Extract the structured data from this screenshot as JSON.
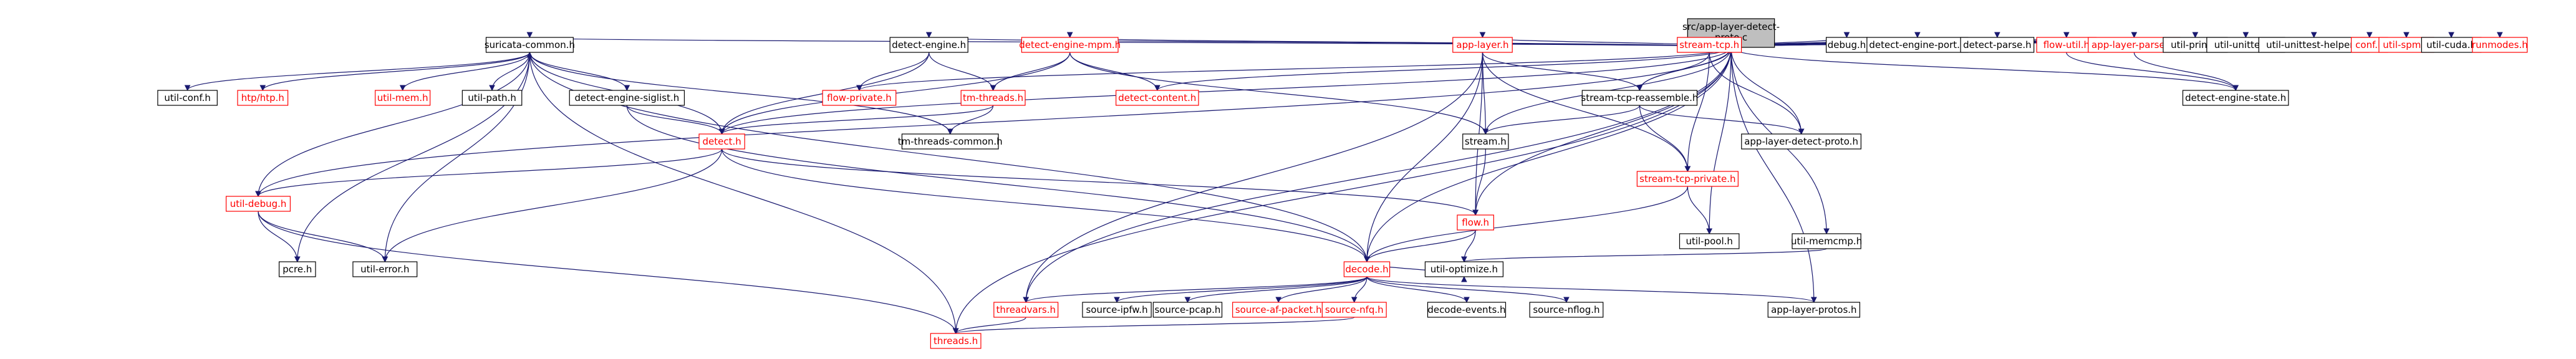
{
  "colors": {
    "background": "#ffffff",
    "root_fill": "#bfbfbf",
    "node_fill": "#ffffff",
    "node_border_plain": "#000000",
    "node_border_linked": "#ff0000",
    "text_plain": "#000000",
    "text_linked": "#ff0000",
    "edge": "#191970"
  },
  "nodes": [
    {
      "id": "root",
      "label": "src/app-layer-detect-proto.c",
      "style": "root"
    },
    {
      "id": "suricata-common",
      "label": "suricata-common.h",
      "style": "plain"
    },
    {
      "id": "detect-engine",
      "label": "detect-engine.h",
      "style": "plain"
    },
    {
      "id": "detect-engine-mpm",
      "label": "detect-engine-mpm.h",
      "style": "linked"
    },
    {
      "id": "app-layer",
      "label": "app-layer.h",
      "style": "linked"
    },
    {
      "id": "stream-tcp",
      "label": "stream-tcp.h",
      "style": "linked"
    },
    {
      "id": "debug",
      "label": "debug.h",
      "style": "plain"
    },
    {
      "id": "detect-engine-port",
      "label": "detect-engine-port.h",
      "style": "plain"
    },
    {
      "id": "detect-parse",
      "label": "detect-parse.h",
      "style": "plain"
    },
    {
      "id": "flow-util",
      "label": "flow-util.h",
      "style": "linked"
    },
    {
      "id": "app-layer-parser",
      "label": "app-layer-parser.h",
      "style": "linked"
    },
    {
      "id": "util-print",
      "label": "util-print.h",
      "style": "plain"
    },
    {
      "id": "util-unittest",
      "label": "util-unittest.h",
      "style": "plain"
    },
    {
      "id": "util-unittest-helper",
      "label": "util-unittest-helper.h",
      "style": "plain"
    },
    {
      "id": "conf",
      "label": "conf.h",
      "style": "linked"
    },
    {
      "id": "util-spm",
      "label": "util-spm.h",
      "style": "linked"
    },
    {
      "id": "util-cuda",
      "label": "util-cuda.h",
      "style": "plain"
    },
    {
      "id": "runmodes",
      "label": "runmodes.h",
      "style": "linked"
    },
    {
      "id": "util-conf",
      "label": "util-conf.h",
      "style": "plain"
    },
    {
      "id": "htp",
      "label": "htp/htp.h",
      "style": "linked"
    },
    {
      "id": "util-mem",
      "label": "util-mem.h",
      "style": "linked"
    },
    {
      "id": "util-path",
      "label": "util-path.h",
      "style": "plain"
    },
    {
      "id": "detect-engine-siglist",
      "label": "detect-engine-siglist.h",
      "style": "plain"
    },
    {
      "id": "flow-private",
      "label": "flow-private.h",
      "style": "linked"
    },
    {
      "id": "tm-threads",
      "label": "tm-threads.h",
      "style": "linked"
    },
    {
      "id": "detect-content",
      "label": "detect-content.h",
      "style": "linked"
    },
    {
      "id": "stream-tcp-reassemble",
      "label": "stream-tcp-reassemble.h",
      "style": "plain"
    },
    {
      "id": "detect-engine-state",
      "label": "detect-engine-state.h",
      "style": "plain"
    },
    {
      "id": "detect",
      "label": "detect.h",
      "style": "linked"
    },
    {
      "id": "tm-threads-common",
      "label": "tm-threads-common.h",
      "style": "plain"
    },
    {
      "id": "stream",
      "label": "stream.h",
      "style": "plain"
    },
    {
      "id": "app-layer-detect-proto-h",
      "label": "app-layer-detect-proto.h",
      "style": "plain"
    },
    {
      "id": "stream-tcp-private",
      "label": "stream-tcp-private.h",
      "style": "linked"
    },
    {
      "id": "util-debug",
      "label": "util-debug.h",
      "style": "linked"
    },
    {
      "id": "flow",
      "label": "flow.h",
      "style": "linked"
    },
    {
      "id": "util-pool",
      "label": "util-pool.h",
      "style": "plain"
    },
    {
      "id": "util-mpm",
      "label": "util-memcmp.h",
      "style": "plain"
    },
    {
      "id": "pcre",
      "label": "pcre.h",
      "style": "plain"
    },
    {
      "id": "util-error",
      "label": "util-error.h",
      "style": "plain"
    },
    {
      "id": "decode",
      "label": "decode.h",
      "style": "linked"
    },
    {
      "id": "util-optimize",
      "label": "util-optimize.h",
      "style": "plain"
    },
    {
      "id": "threadvars",
      "label": "threadvars.h",
      "style": "linked"
    },
    {
      "id": "source-ipfw",
      "label": "source-ipfw.h",
      "style": "plain"
    },
    {
      "id": "source-pcap",
      "label": "source-pcap.h",
      "style": "plain"
    },
    {
      "id": "source-af-packet",
      "label": "source-af-packet.h",
      "style": "linked"
    },
    {
      "id": "source-nfq",
      "label": "source-nfq.h",
      "style": "linked"
    },
    {
      "id": "decode-events",
      "label": "decode-events.h",
      "style": "plain"
    },
    {
      "id": "source-nflog",
      "label": "source-nflog.h",
      "style": "plain"
    },
    {
      "id": "app-layer-protos",
      "label": "app-layer-protos.h",
      "style": "plain"
    },
    {
      "id": "threads",
      "label": "threads.h",
      "style": "linked"
    }
  ],
  "edges": [
    [
      "root",
      "suricata-common"
    ],
    [
      "root",
      "detect-engine"
    ],
    [
      "root",
      "detect-engine-mpm"
    ],
    [
      "root",
      "app-layer"
    ],
    [
      "root",
      "stream-tcp"
    ],
    [
      "root",
      "debug"
    ],
    [
      "root",
      "detect-engine-port"
    ],
    [
      "root",
      "detect-parse"
    ],
    [
      "root",
      "flow-util"
    ],
    [
      "root",
      "app-layer-parser"
    ],
    [
      "root",
      "util-print"
    ],
    [
      "root",
      "util-unittest"
    ],
    [
      "root",
      "util-unittest-helper"
    ],
    [
      "root",
      "conf"
    ],
    [
      "root",
      "util-spm"
    ],
    [
      "root",
      "util-cuda"
    ],
    [
      "root",
      "runmodes"
    ],
    [
      "root",
      "detect"
    ],
    [
      "root",
      "util-debug"
    ],
    [
      "root",
      "threadvars"
    ],
    [
      "root",
      "threads"
    ],
    [
      "root",
      "flow-private"
    ],
    [
      "root",
      "detect-content"
    ],
    [
      "root",
      "stream-tcp-reassemble"
    ],
    [
      "root",
      "stream"
    ],
    [
      "root",
      "flow"
    ],
    [
      "root",
      "decode"
    ],
    [
      "root",
      "app-layer-detect-proto-h"
    ],
    [
      "root",
      "detect-engine-state"
    ],
    [
      "root",
      "util-pool"
    ],
    [
      "root",
      "util-mpm"
    ],
    [
      "root",
      "app-layer-protos"
    ],
    [
      "suricata-common",
      "util-conf"
    ],
    [
      "suricata-common",
      "htp"
    ],
    [
      "suricata-common",
      "util-mem"
    ],
    [
      "suricata-common",
      "util-path"
    ],
    [
      "suricata-common",
      "detect-engine-siglist"
    ],
    [
      "suricata-common",
      "util-debug"
    ],
    [
      "suricata-common",
      "pcre"
    ],
    [
      "suricata-common",
      "util-error"
    ],
    [
      "suricata-common",
      "threads"
    ],
    [
      "suricata-common",
      "tm-threads-common"
    ],
    [
      "suricata-common",
      "detect"
    ],
    [
      "detect-engine",
      "flow-private"
    ],
    [
      "detect-engine",
      "tm-threads"
    ],
    [
      "detect-engine",
      "detect"
    ],
    [
      "detect-engine-mpm",
      "tm-threads"
    ],
    [
      "detect-engine-mpm",
      "detect-content"
    ],
    [
      "detect-engine-mpm",
      "stream"
    ],
    [
      "detect-engine-mpm",
      "detect"
    ],
    [
      "app-layer",
      "stream-tcp-reassemble"
    ],
    [
      "app-layer",
      "stream"
    ],
    [
      "app-layer",
      "flow"
    ],
    [
      "app-layer",
      "stream-tcp-private"
    ],
    [
      "app-layer",
      "decode"
    ],
    [
      "app-layer",
      "threadvars"
    ],
    [
      "stream-tcp",
      "stream-tcp-reassemble"
    ],
    [
      "stream-tcp",
      "app-layer-detect-proto-h"
    ],
    [
      "stream-tcp",
      "stream-tcp-private"
    ],
    [
      "flow-util",
      "detect-engine-state"
    ],
    [
      "app-layer-parser",
      "detect-engine-state"
    ],
    [
      "detect-engine-siglist",
      "detect"
    ],
    [
      "detect-engine-siglist",
      "decode"
    ],
    [
      "tm-threads",
      "tm-threads-common"
    ],
    [
      "tm-threads",
      "detect"
    ],
    [
      "stream-tcp-reassemble",
      "stream"
    ],
    [
      "stream-tcp-reassemble",
      "app-layer-detect-proto-h"
    ],
    [
      "stream-tcp-reassemble",
      "stream-tcp-private"
    ],
    [
      "detect",
      "util-debug"
    ],
    [
      "detect",
      "util-error"
    ],
    [
      "detect",
      "flow"
    ],
    [
      "detect",
      "decode"
    ],
    [
      "stream",
      "flow"
    ],
    [
      "stream-tcp-private",
      "util-pool"
    ],
    [
      "stream-tcp-private",
      "decode"
    ],
    [
      "util-debug",
      "pcre"
    ],
    [
      "util-debug",
      "util-error"
    ],
    [
      "util-debug",
      "threads"
    ],
    [
      "flow",
      "decode"
    ],
    [
      "flow",
      "util-optimize"
    ],
    [
      "util-mpm",
      "util-optimize"
    ],
    [
      "decode",
      "threadvars"
    ],
    [
      "decode",
      "source-ipfw"
    ],
    [
      "decode",
      "source-pcap"
    ],
    [
      "decode",
      "source-af-packet"
    ],
    [
      "decode",
      "source-nfq"
    ],
    [
      "decode",
      "decode-events"
    ],
    [
      "decode",
      "source-nflog"
    ],
    [
      "decode",
      "app-layer-protos"
    ],
    [
      "decode",
      "suricata-common"
    ],
    [
      "decode",
      "util-optimize"
    ],
    [
      "threadvars",
      "threads"
    ],
    [
      "source-nfq",
      "threads"
    ]
  ]
}
